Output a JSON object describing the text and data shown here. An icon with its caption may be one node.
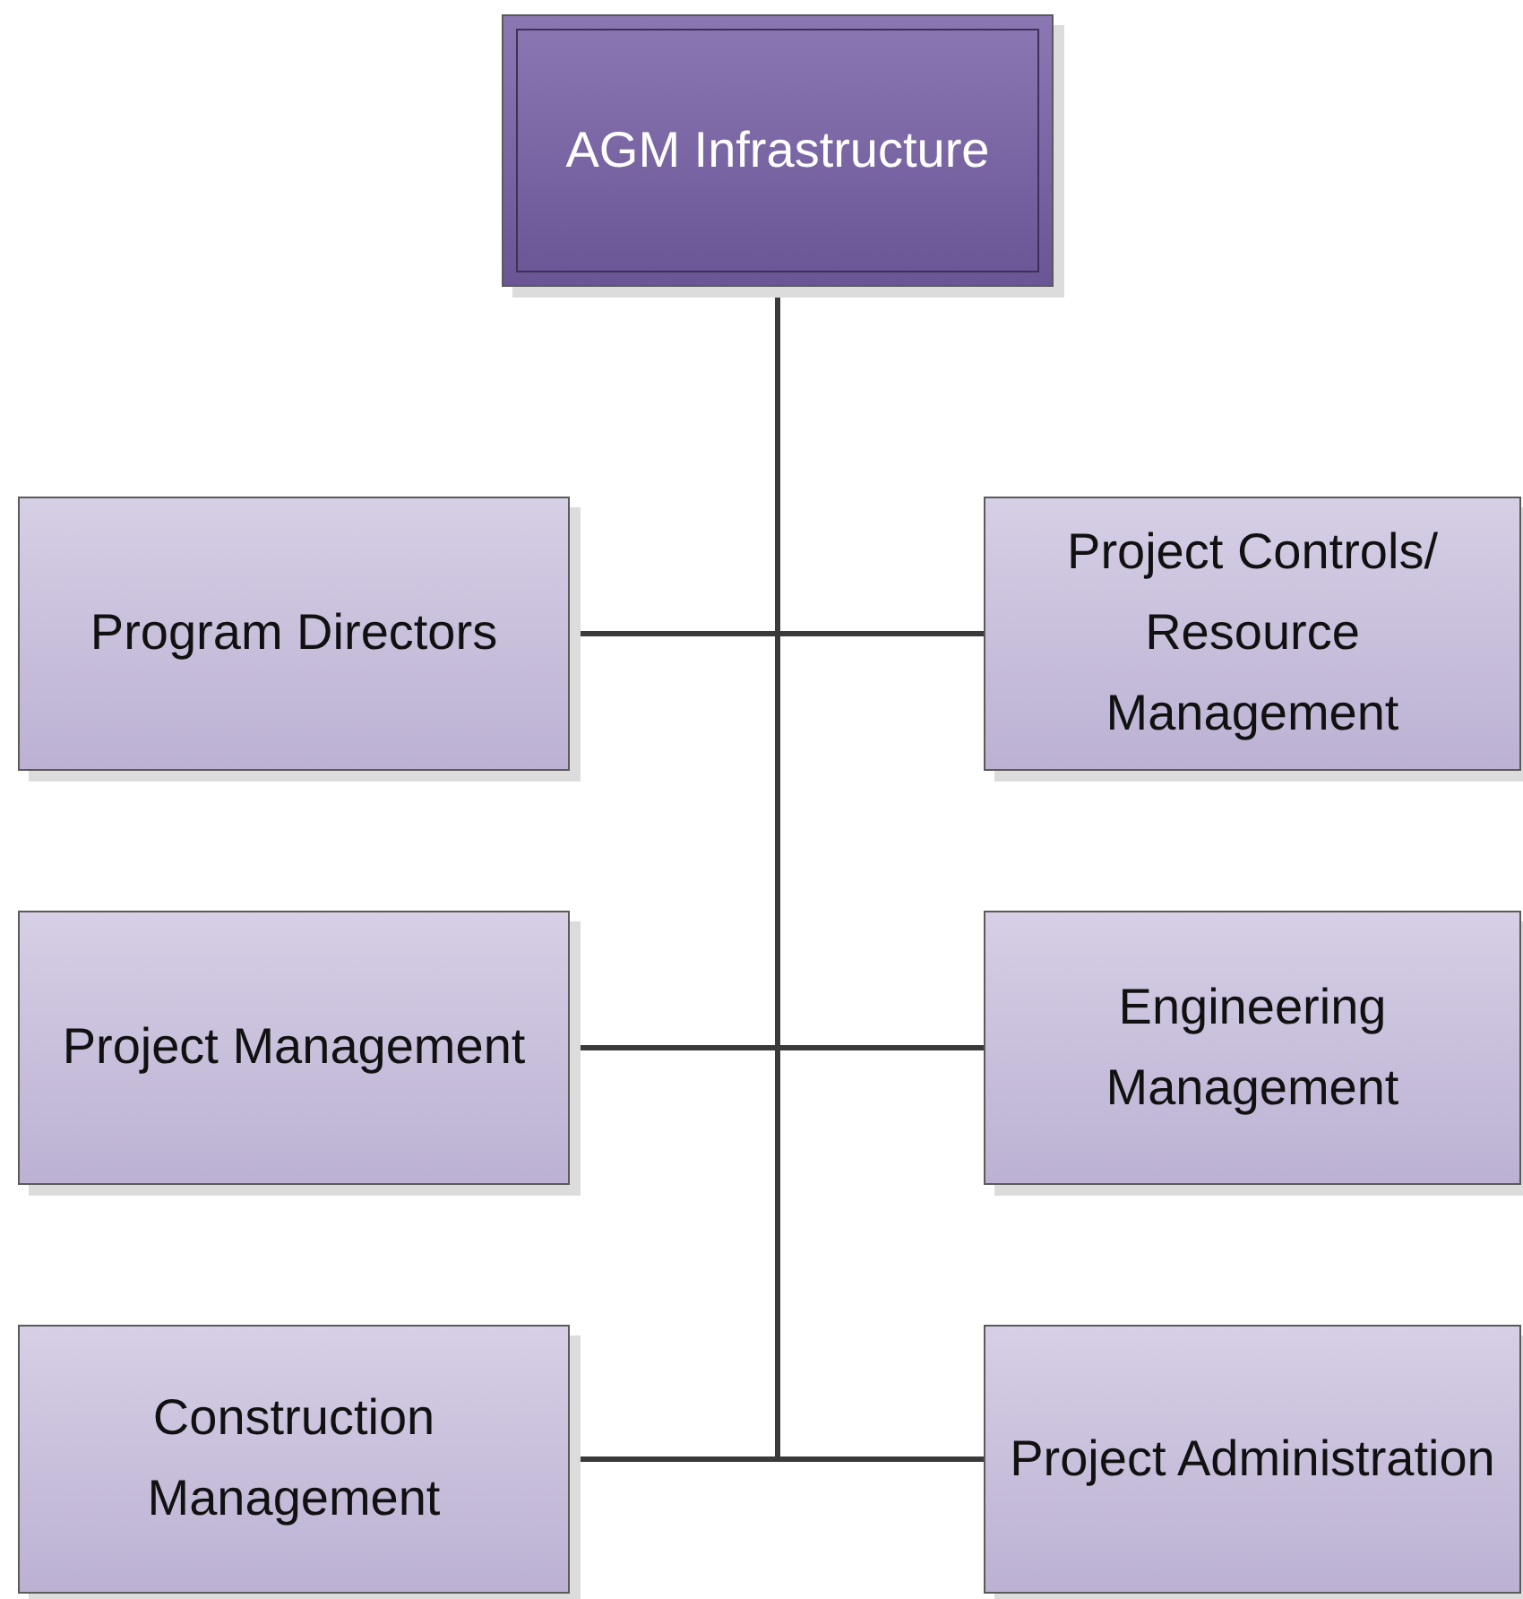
{
  "diagram": {
    "nodes": [
      {
        "text": [
          "AGM Infrastructure"
        ]
      },
      {
        "text": [
          "Program Directors"
        ]
      },
      {
        "text": [
          "Project Controls/ Resource Management"
        ]
      },
      {
        "text": [
          "Project Management"
        ]
      },
      {
        "text": [
          "Engineering Management"
        ]
      },
      {
        "text": [
          "Construction Management"
        ]
      },
      {
        "text": [
          "Project Administration"
        ]
      }
    ],
    "edges": [
      {
        "from": 0,
        "to": 1,
        "arrow": "none"
      },
      {
        "from": 0,
        "to": 2,
        "arrow": "none"
      },
      {
        "from": 0,
        "to": 3,
        "arrow": "none"
      },
      {
        "from": 0,
        "to": 4,
        "arrow": "none"
      },
      {
        "from": 0,
        "to": 5,
        "arrow": "none"
      },
      {
        "from": 0,
        "to": 6,
        "arrow": "none"
      }
    ]
  }
}
